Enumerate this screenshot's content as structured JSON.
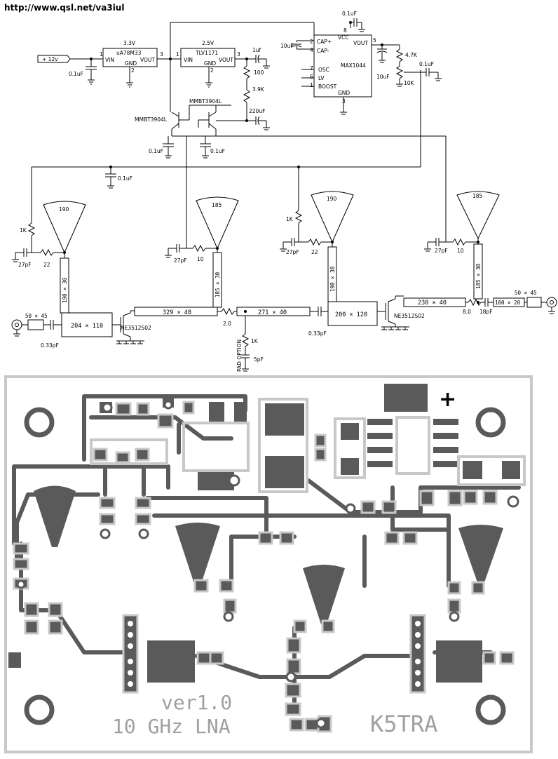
{
  "header": {
    "url": "http://www.qsl.net/va3iul"
  },
  "power": {
    "input": "+ 12v",
    "reg1": {
      "name": "uA78M33",
      "voltage": "3.3V",
      "vin": "VIN",
      "vout": "VOUT",
      "gnd": "GND",
      "pin_in": "1",
      "pin_gnd": "2",
      "pin_out": "3"
    },
    "reg2": {
      "name": "TLV1171",
      "voltage": "2.5V",
      "vin": "VIN",
      "vout": "VOUT",
      "gnd": "GND",
      "pin_in": "1",
      "pin_gnd": "2",
      "pin_out": "3"
    },
    "c_in": "0.1uF",
    "c_out2": "1uf",
    "r100": "100",
    "r39k": "3.9K",
    "c220": "220uF",
    "c_top": "0.1uF"
  },
  "bias": {
    "q1": "MMBT3904L",
    "q2": "MMBT3904L",
    "c_b1": "0.1uF",
    "c_b2": "0.1uF",
    "c_rail": "0.1uF"
  },
  "max": {
    "name": "MAX1044",
    "vcc": "VCC",
    "capp": "CAP+",
    "capm": "CAP-",
    "osc": "OSC",
    "lv": "LV",
    "boost": "BOOST",
    "gnd": "GND",
    "vout": "VOUT",
    "pin8": "8",
    "pin2": "2",
    "pin4": "4",
    "pin7": "7",
    "pin6": "6",
    "pin1": "1",
    "pin3": "3",
    "pin5": "5",
    "c_pump": "10uF",
    "c_out": "10uF",
    "r47k": "4.7K",
    "pot": "10K",
    "c_wiper": "0.1uF"
  },
  "rf": {
    "stub1": "190",
    "stub2": "185",
    "stub3": "190",
    "stub4": "185",
    "line_s1": "190 × 30",
    "line_s2": "185 × 30",
    "line_s3": "190 × 30",
    "line_s4": "185 × 30",
    "r1k_a": "1K",
    "r1k_b": "1K",
    "c27_1": "27pF",
    "c27_2": "27pF",
    "c27_3": "27pF",
    "c27_4": "27pF",
    "r22_1": "22",
    "r10_1": "10",
    "r22_2": "22",
    "r10_2": "10",
    "in_line": "50 × 45",
    "match1": "204 × 110",
    "c033_1": "0.33pF",
    "fet1": "NE3512S02",
    "line_329": "329 × 40",
    "r20": "2.0",
    "line_271": "271 × 40",
    "c033_2": "0.33pF",
    "match2": "200 × 120",
    "fet2": "NE3512S02",
    "line_230": "230 × 40",
    "r80": "8.0",
    "c18": "18pF",
    "line_100": "100 × 20",
    "out_line": "50 × 45",
    "pad_option": "PAD OPTION",
    "r1k_pad": "1K",
    "c5p": "5pF"
  },
  "pcb": {
    "ver": "ver1.0",
    "title": "10 GHz LNA",
    "call": "K5TRA",
    "plus": "+"
  }
}
